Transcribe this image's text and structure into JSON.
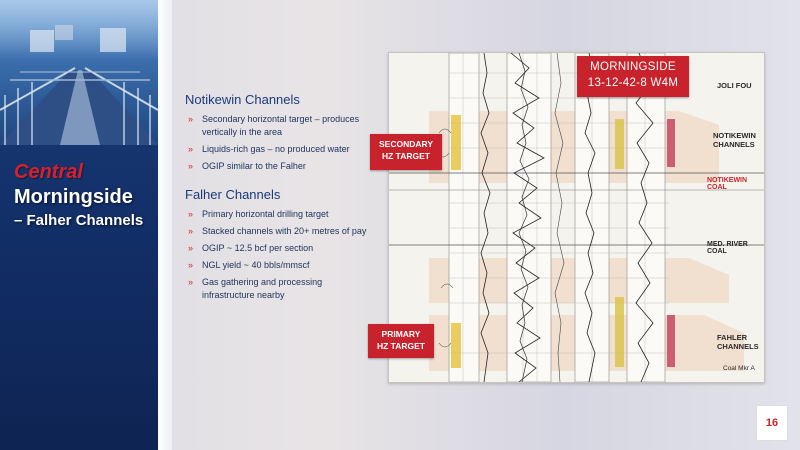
{
  "title": {
    "line1": "Central",
    "line2": "Morningside",
    "line3": "– Falher Channels"
  },
  "notikewin": {
    "heading": "Notikewin Channels",
    "bullets": [
      "Secondary horizontal target – produces vertically in the area",
      "Liquids-rich gas – no produced water",
      "OGIP similar to the Falher"
    ]
  },
  "falher": {
    "heading": "Falher Channels",
    "bullets": [
      "Primary horizontal drilling target",
      "Stacked channels with 20+ metres of pay",
      "OGIP ~ 12.5 bcf per section",
      "NGL yield ~ 40 bbls/mmscf",
      "Gas gathering and processing infrastructure nearby"
    ]
  },
  "bullet_marker": "»",
  "labels": {
    "morningside_line1": "MORNINGSIDE",
    "morningside_line2": "13-12-42-8 W4M",
    "secondary_line1": "SECONDARY",
    "secondary_line2": "HZ TARGET",
    "primary_line1": "PRIMARY",
    "primary_line2": "HZ TARGET"
  },
  "log_annotations": {
    "joli_fou": "JOLI FOU",
    "notikewin_line1": "NOTIKEWIN",
    "notikewin_line2": "CHANNELS",
    "notikewin_coal": "NOTIKEWIN COAL",
    "med_river_coal": "MED. RIVER COAL",
    "falher_line1": "FAHLER",
    "falher_line2": "CHANNELS",
    "coal_mkr": "Coal Mkr A"
  },
  "page_number": "16",
  "colors": {
    "accent_red": "#c8232c",
    "navy": "#1b3a7a",
    "panel_blue": "#13306a"
  }
}
